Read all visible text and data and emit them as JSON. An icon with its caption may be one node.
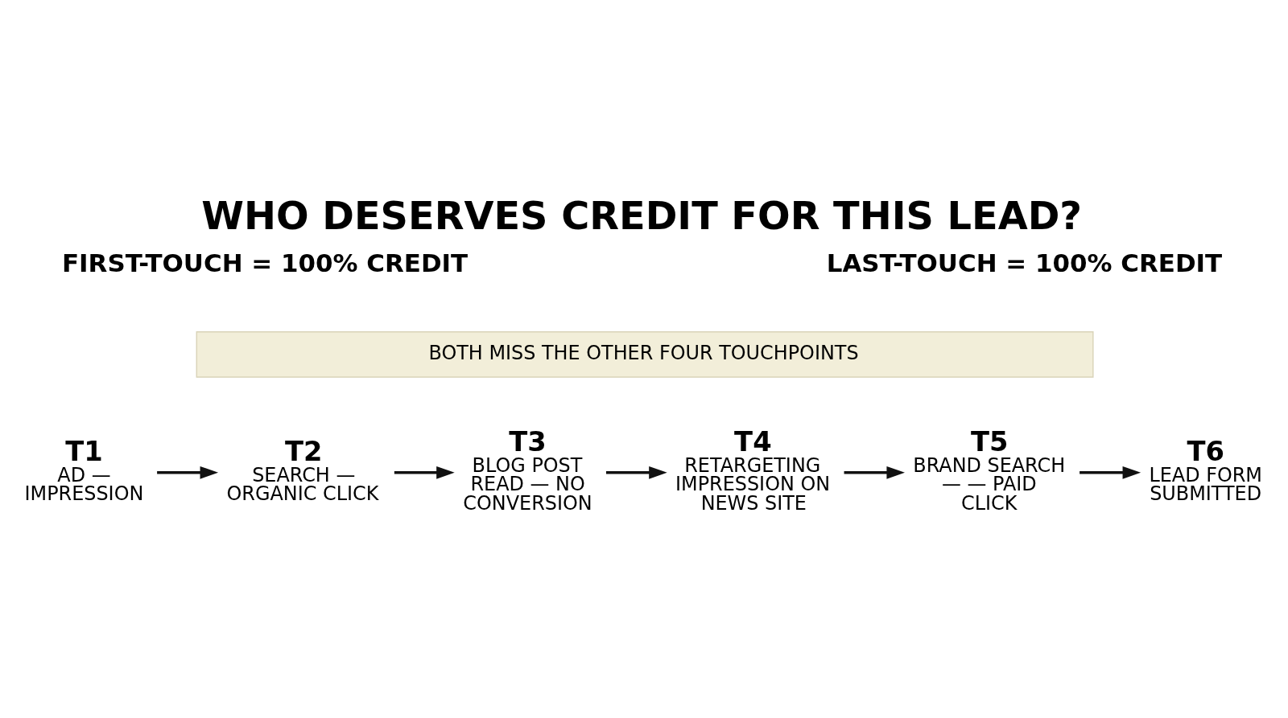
{
  "diagram": {
    "title": "WHO DESERVES CREDIT FOR THIS LEAD?",
    "nodes": [
      {
        "text": [
          "BOTH MISS THE OTHER FOUR TOUCHPOINTS"
        ]
      },
      {
        "text": [
          "T1",
          "AD — IMPRESSION"
        ]
      },
      {
        "text": [
          "T2",
          "SEARCH — ORGANIC CLICK"
        ]
      },
      {
        "text": [
          "T3",
          "BLOG POST READ — NO CONVERSION"
        ]
      },
      {
        "text": [
          "T4",
          "RETARGETING IMPRESSION ON NEWS SITE"
        ]
      },
      {
        "text": [
          "T5",
          "BRAND SEARCH — — PAID CLICK"
        ]
      },
      {
        "text": [
          "T6",
          "LEAD FORM SUBMITTED"
        ]
      }
    ],
    "edges": [
      {
        "from": 1,
        "to": 2,
        "arrow": "to"
      },
      {
        "from": 2,
        "to": 3,
        "arrow": "to"
      },
      {
        "from": 3,
        "to": 4,
        "arrow": "to"
      },
      {
        "from": 4,
        "to": 5,
        "arrow": "to"
      },
      {
        "from": 5,
        "to": 6,
        "arrow": "to"
      }
    ],
    "labels": [
      "FIRST-TOUCH = 100% CREDIT",
      "LAST-TOUCH = 100% CREDIT"
    ]
  }
}
